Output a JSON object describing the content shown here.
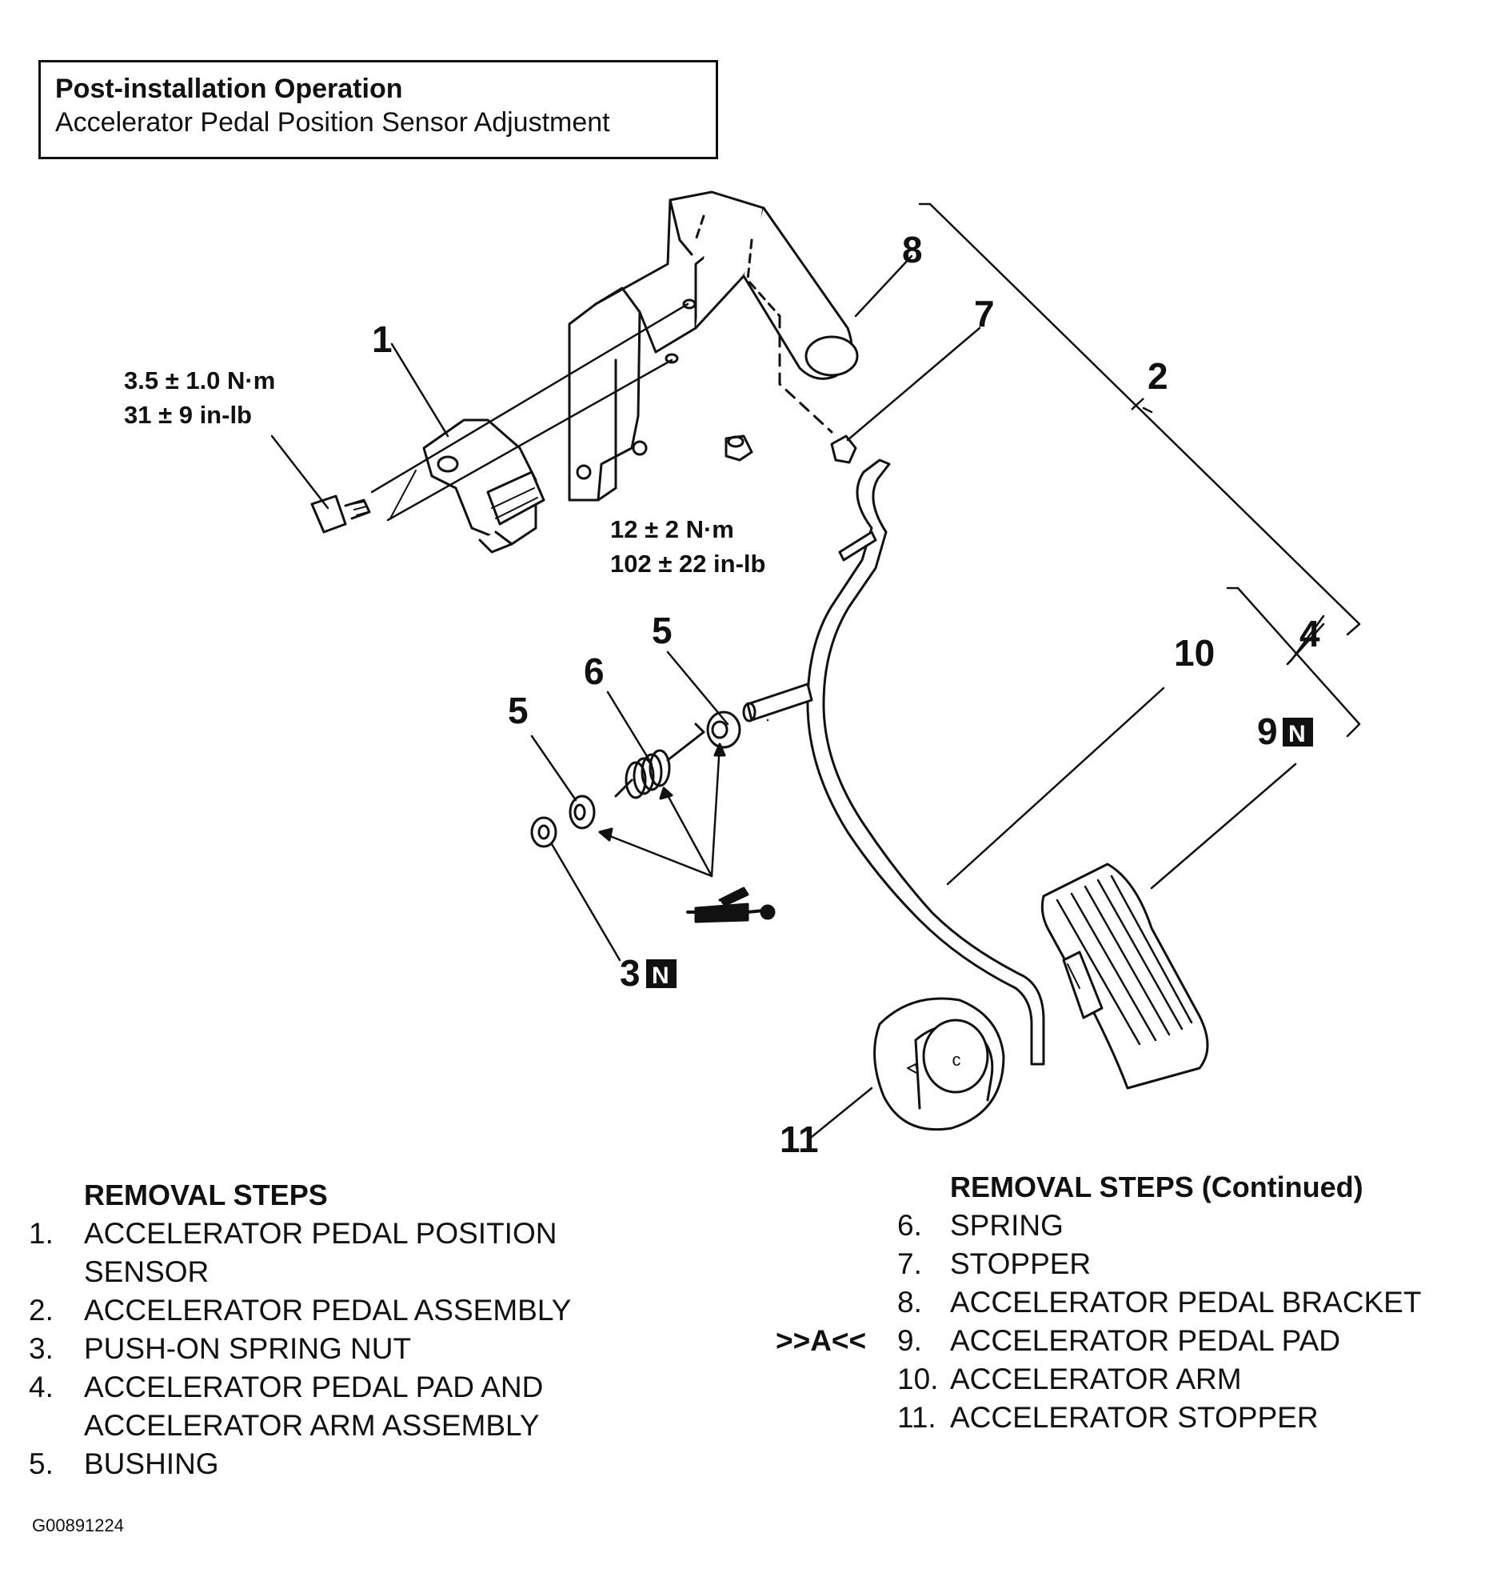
{
  "header": {
    "title": "Post-installation Operation",
    "subtitle": "Accelerator Pedal Position Sensor Adjustment"
  },
  "callouts": {
    "c1": "1",
    "c2": "2",
    "c3": "3",
    "c4": "4",
    "c5a": "5",
    "c5b": "5",
    "c6": "6",
    "c7": "7",
    "c8": "8",
    "c9": "9",
    "c10": "10",
    "c11": "11",
    "n_mark": "N"
  },
  "torque": {
    "sensor_nm": "3.5 ± 1.0 N·m",
    "sensor_inlb": "31 ± 9 in-lb",
    "nut_nm": "12 ± 2 N·m",
    "nut_inlb": "102 ± 22 in-lb"
  },
  "removal_left": {
    "heading": "REMOVAL STEPS",
    "items": [
      {
        "num": "1.",
        "label": "ACCELERATOR PEDAL POSITION"
      },
      {
        "num": "",
        "label": "SENSOR"
      },
      {
        "num": "2.",
        "label": "ACCELERATOR PEDAL ASSEMBLY"
      },
      {
        "num": "3.",
        "label": "PUSH-ON SPRING NUT"
      },
      {
        "num": "4.",
        "label": "ACCELERATOR PEDAL PAD AND"
      },
      {
        "num": "",
        "label": "ACCELERATOR ARM ASSEMBLY"
      },
      {
        "num": "5.",
        "label": "BUSHING"
      }
    ]
  },
  "removal_right": {
    "heading": "REMOVAL STEPS (Continued)",
    "marker": ">>A<<",
    "items": [
      {
        "num": "6.",
        "label": "SPRING"
      },
      {
        "num": "7.",
        "label": "STOPPER"
      },
      {
        "num": "8.",
        "label": "ACCELERATOR PEDAL BRACKET"
      },
      {
        "num": "9.",
        "label": "ACCELERATOR PEDAL PAD"
      },
      {
        "num": "10.",
        "label": "ACCELERATOR ARM"
      },
      {
        "num": "11.",
        "label": "ACCELERATOR STOPPER"
      }
    ]
  },
  "figure_id": "G00891224"
}
